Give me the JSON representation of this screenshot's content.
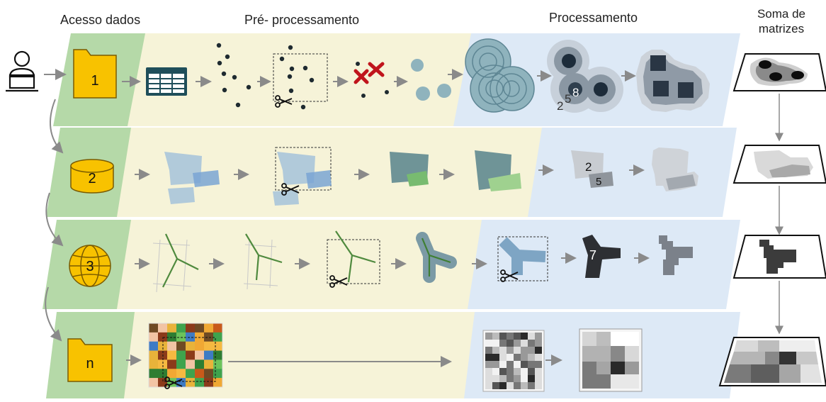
{
  "headers": {
    "access": "Acesso dados",
    "preprocessing": "Pré- processamento",
    "processing": "Processamento",
    "sum": "Soma de matrizes"
  },
  "sources": [
    {
      "label": "1",
      "icon": "folder-icon"
    },
    {
      "label": "2",
      "icon": "database-icon"
    },
    {
      "label": "3",
      "icon": "globe-icon"
    },
    {
      "label": "n",
      "icon": "folder-icon"
    }
  ],
  "row_labels": {
    "row1_a": "2",
    "row1_b": "5",
    "row1_c": "8",
    "row2_a": "2",
    "row2_b": "5",
    "row3_a": "7"
  },
  "colors": {
    "access_band": "#b5d9a8",
    "preprocessing_band": "#f6f3d8",
    "processing_band": "#dde9f6",
    "folder": "#f8c200",
    "folder_stroke": "#7a5b00",
    "cross": "#c0141c"
  }
}
